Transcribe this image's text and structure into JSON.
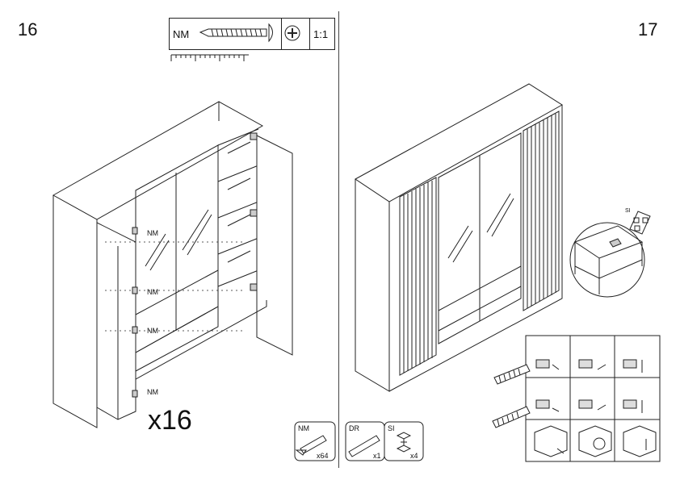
{
  "page": {
    "left_step": "16",
    "right_step": "17"
  },
  "hardware_box": {
    "code": "NM",
    "scale": "1:1"
  },
  "step16": {
    "callouts": [
      "NM",
      "NM",
      "NM",
      "NM"
    ],
    "multiplier": "x16"
  },
  "parts": [
    {
      "code": "NM",
      "qty": "x64",
      "icon": "screw-icon"
    },
    {
      "code": "DR",
      "qty": "x1",
      "icon": "dowel-rod-icon"
    },
    {
      "code": "SI",
      "qty": "x4",
      "icon": "shelf-support-icon"
    }
  ],
  "detail": {
    "code": "SI"
  }
}
